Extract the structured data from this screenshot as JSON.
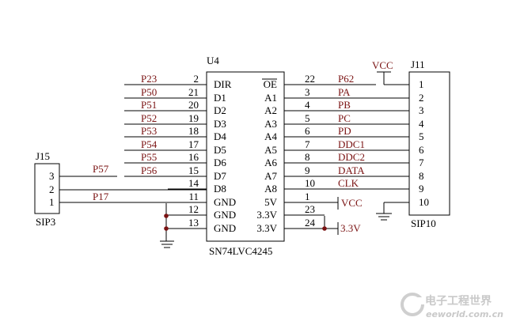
{
  "u4": {
    "ref": "U4",
    "part": "SN74LVC4245",
    "left_pins": [
      {
        "num": "2",
        "name": "DIR",
        "net": "P23",
        "bar": false
      },
      {
        "num": "21",
        "name": "D1",
        "net": "P50",
        "bar": false
      },
      {
        "num": "20",
        "name": "D2",
        "net": "P51",
        "bar": false
      },
      {
        "num": "19",
        "name": "D3",
        "net": "P52",
        "bar": false
      },
      {
        "num": "18",
        "name": "D4",
        "net": "P53",
        "bar": false
      },
      {
        "num": "17",
        "name": "D5",
        "net": "P54",
        "bar": false
      },
      {
        "num": "16",
        "name": "D6",
        "net": "P55",
        "bar": false
      },
      {
        "num": "15",
        "name": "D7",
        "net": "P56",
        "bar": false
      },
      {
        "num": "14",
        "name": "D8",
        "net": "",
        "bar": false
      },
      {
        "num": "11",
        "name": "GND",
        "net": "P17",
        "bar": false
      },
      {
        "num": "12",
        "name": "GND",
        "net": "",
        "bar": false
      },
      {
        "num": "13",
        "name": "GND",
        "net": "",
        "bar": false
      }
    ],
    "right_pins": [
      {
        "num": "22",
        "name": "OE",
        "net": "P62",
        "bar": true
      },
      {
        "num": "3",
        "name": "A1",
        "net": "PA",
        "bar": false
      },
      {
        "num": "4",
        "name": "A2",
        "net": "PB",
        "bar": false
      },
      {
        "num": "5",
        "name": "A3",
        "net": "PC",
        "bar": false
      },
      {
        "num": "6",
        "name": "A4",
        "net": "PD",
        "bar": false
      },
      {
        "num": "7",
        "name": "A5",
        "net": "DDC1",
        "bar": false
      },
      {
        "num": "8",
        "name": "A6",
        "net": "DDC2",
        "bar": false
      },
      {
        "num": "9",
        "name": "A7",
        "net": "DATA",
        "bar": false
      },
      {
        "num": "10",
        "name": "A8",
        "net": "CLK",
        "bar": false
      },
      {
        "num": "1",
        "name": "5V",
        "net": "",
        "bar": false
      },
      {
        "num": "23",
        "name": "3.3V",
        "net": "",
        "bar": false
      },
      {
        "num": "24",
        "name": "3.3V",
        "net": "",
        "bar": false
      }
    ],
    "vcc_label": "VCC",
    "v33_label": "3.3V"
  },
  "j15": {
    "ref": "J15",
    "part": "SIP3",
    "pins": [
      "3",
      "2",
      "1"
    ],
    "net_p57": "P57"
  },
  "j11": {
    "ref": "J11",
    "part": "SIP10",
    "pins": [
      "1",
      "2",
      "3",
      "4",
      "5",
      "6",
      "7",
      "8",
      "9",
      "10"
    ],
    "vcc_label": "VCC"
  },
  "watermark": {
    "cn": "电子工程世界",
    "en": "eeworld.com.cn"
  }
}
